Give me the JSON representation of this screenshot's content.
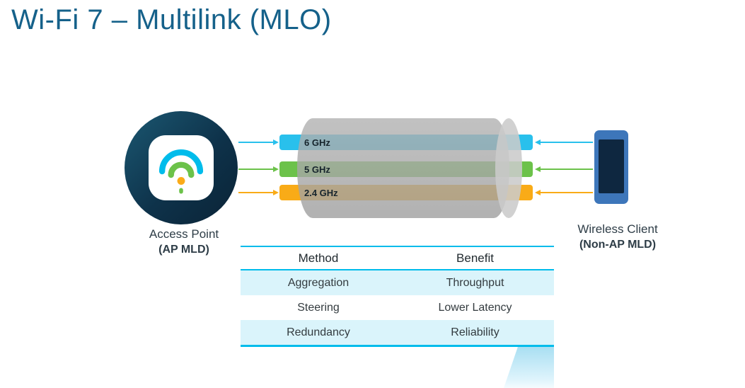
{
  "title": "Wi-Fi 7 – Multilink (MLO)",
  "access_point": {
    "label": "Access Point",
    "sublabel": "(AP MLD)"
  },
  "wireless_client": {
    "label": "Wireless Client",
    "sublabel": "(Non-AP MLD)"
  },
  "bands": [
    {
      "label": "6 GHz",
      "color": "#29c0ec"
    },
    {
      "label": "5 GHz",
      "color": "#6cc24a"
    },
    {
      "label": "2.4 GHz",
      "color": "#f9ab17"
    }
  ],
  "table": {
    "headers": [
      "Method",
      "Benefit"
    ],
    "rows": [
      [
        "Aggregation",
        "Throughput"
      ],
      [
        "Steering",
        "Lower Latency"
      ],
      [
        "Redundancy",
        "Reliability"
      ]
    ]
  },
  "colors": {
    "title": "#15618a",
    "table_line": "#00bceb",
    "row_tint": "#daf4fb",
    "cylinder_gray": "#a8a8a8",
    "ap_navy": "#0e324a",
    "phone_blue": "#3d76ba",
    "wifi_arc_blue": "#00bceb",
    "wifi_arc_green": "#6cc24a",
    "wifi_dot_orange": "#fbab18"
  }
}
